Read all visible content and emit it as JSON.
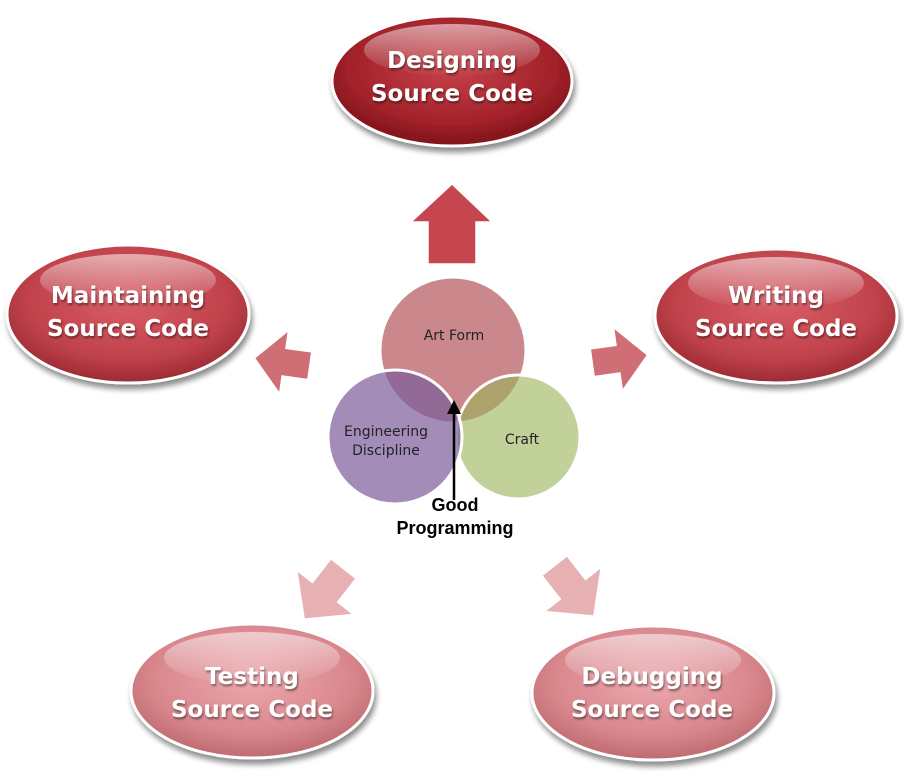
{
  "diagram": {
    "nodes": [
      {
        "id": "designing",
        "line1": "Designing",
        "line2": "Source Code"
      },
      {
        "id": "writing",
        "line1": "Writing",
        "line2": "Source Code"
      },
      {
        "id": "debugging",
        "line1": "Debugging",
        "line2": "Source Code"
      },
      {
        "id": "testing",
        "line1": "Testing",
        "line2": "Source Code"
      },
      {
        "id": "maintaining",
        "line1": "Maintaining",
        "line2": "Source Code"
      }
    ],
    "venn": {
      "art_form": "Art Form",
      "craft": "Craft",
      "engineering_line1": "Engineering",
      "engineering_line2": "Discipline"
    },
    "center": {
      "line1": "Good",
      "line2": "Programming"
    }
  }
}
